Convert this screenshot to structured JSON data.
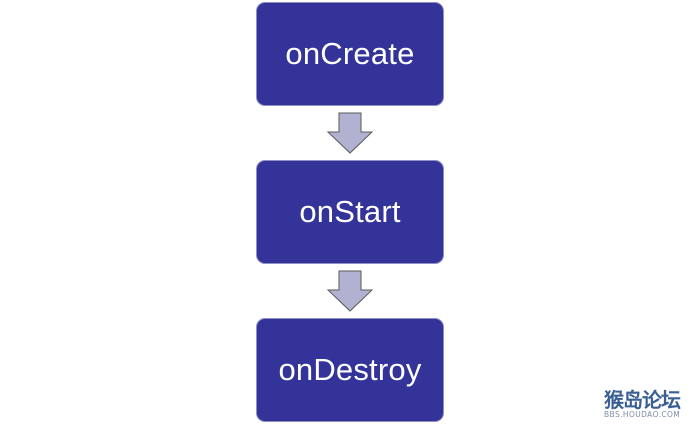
{
  "diagram": {
    "nodes": [
      {
        "label": "onCreate"
      },
      {
        "label": "onStart"
      },
      {
        "label": "onDestroy"
      }
    ],
    "colors": {
      "node_fill": "#333399",
      "node_border": "#8e8ec2",
      "node_text": "#ffffff",
      "arrow_fill": "#b1b1d2",
      "arrow_stroke": "#5a5a5a"
    }
  },
  "watermark": {
    "main": "猴岛论坛",
    "sub": "BBS.HOUDAO.COM"
  }
}
